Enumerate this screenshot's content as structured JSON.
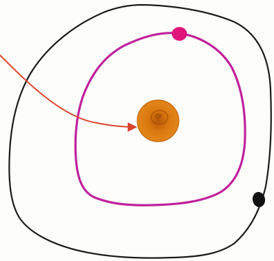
{
  "diagram": {
    "style": "hand-drawn orbital sketch",
    "elements": [
      {
        "name": "outer-orbit",
        "shape": "closed-loop",
        "color": "#1a1a1a"
      },
      {
        "name": "inner-orbit",
        "shape": "closed-loop",
        "color": "#c0209a"
      },
      {
        "name": "central-body",
        "shape": "filled-blob",
        "color": "#d9770e"
      },
      {
        "name": "inner-orbit-body",
        "shape": "small-dot",
        "color": "#e0157a"
      },
      {
        "name": "outer-orbit-body",
        "shape": "small-dot",
        "color": "#111111"
      },
      {
        "name": "pointer-arrow",
        "shape": "curved-arrow",
        "color": "#d9432f",
        "points_to": "central-body"
      }
    ],
    "colors": {
      "outer_orbit": "#1a1a1a",
      "inner_orbit": "#c0209a",
      "central_body": "#d9770e",
      "central_body_core": "#b8580a",
      "inner_orbit_body": "#e0157a",
      "outer_orbit_body": "#111111",
      "arrow": "#d9432f",
      "background": "#fdfdfc"
    }
  }
}
